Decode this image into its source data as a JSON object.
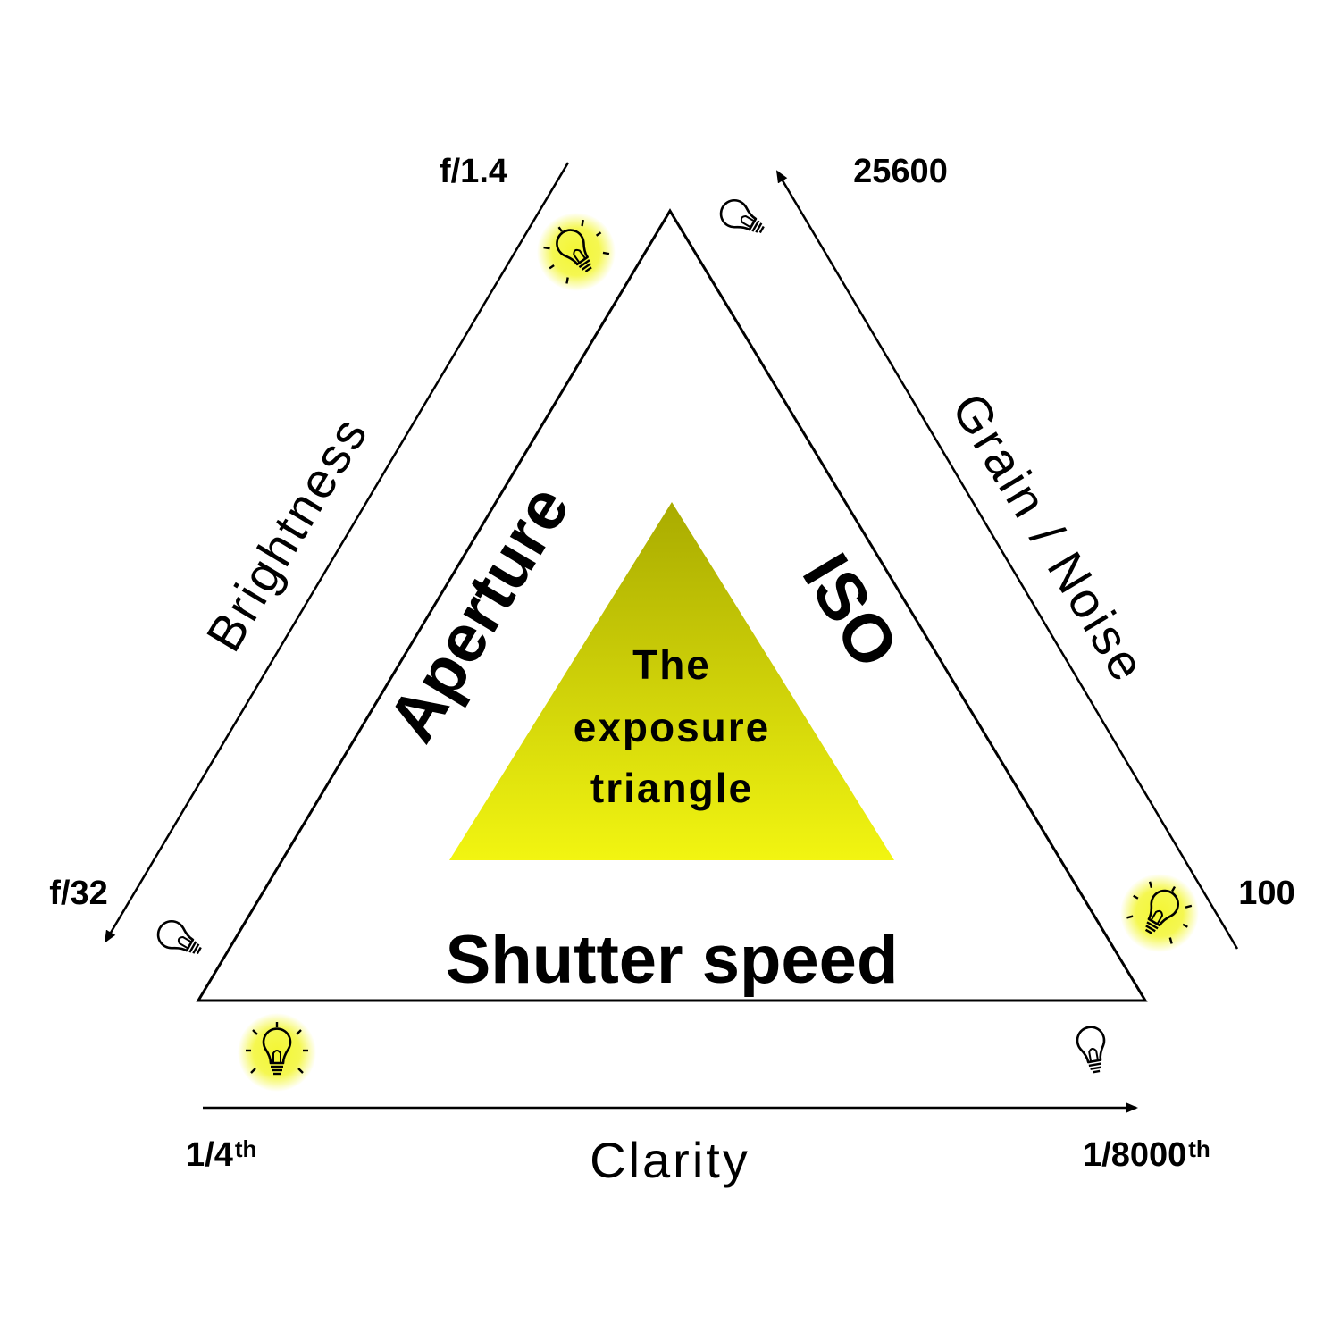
{
  "center": {
    "line1": "The",
    "line2": "exposure",
    "line3": "triangle"
  },
  "sides": {
    "aperture": "Aperture",
    "iso": "ISO",
    "shutter": "Shutter speed"
  },
  "axes": {
    "brightness": {
      "label": "Brightness",
      "start": "f/1.4",
      "end": "f/32"
    },
    "grain": {
      "label": "Grain / Noise",
      "start": "100",
      "end": "25600"
    },
    "clarity": {
      "label": "Clarity",
      "start": "1/4",
      "start_sup": "th",
      "end": "1/8000",
      "end_sup": "th"
    }
  },
  "colors": {
    "center_top": "#a9ab00",
    "center_bottom": "#f2f511",
    "glow": "#f3f633",
    "stroke": "#000000"
  },
  "icons": {
    "lit": "lit-bulb-icon",
    "unlit": "unlit-bulb-icon"
  }
}
